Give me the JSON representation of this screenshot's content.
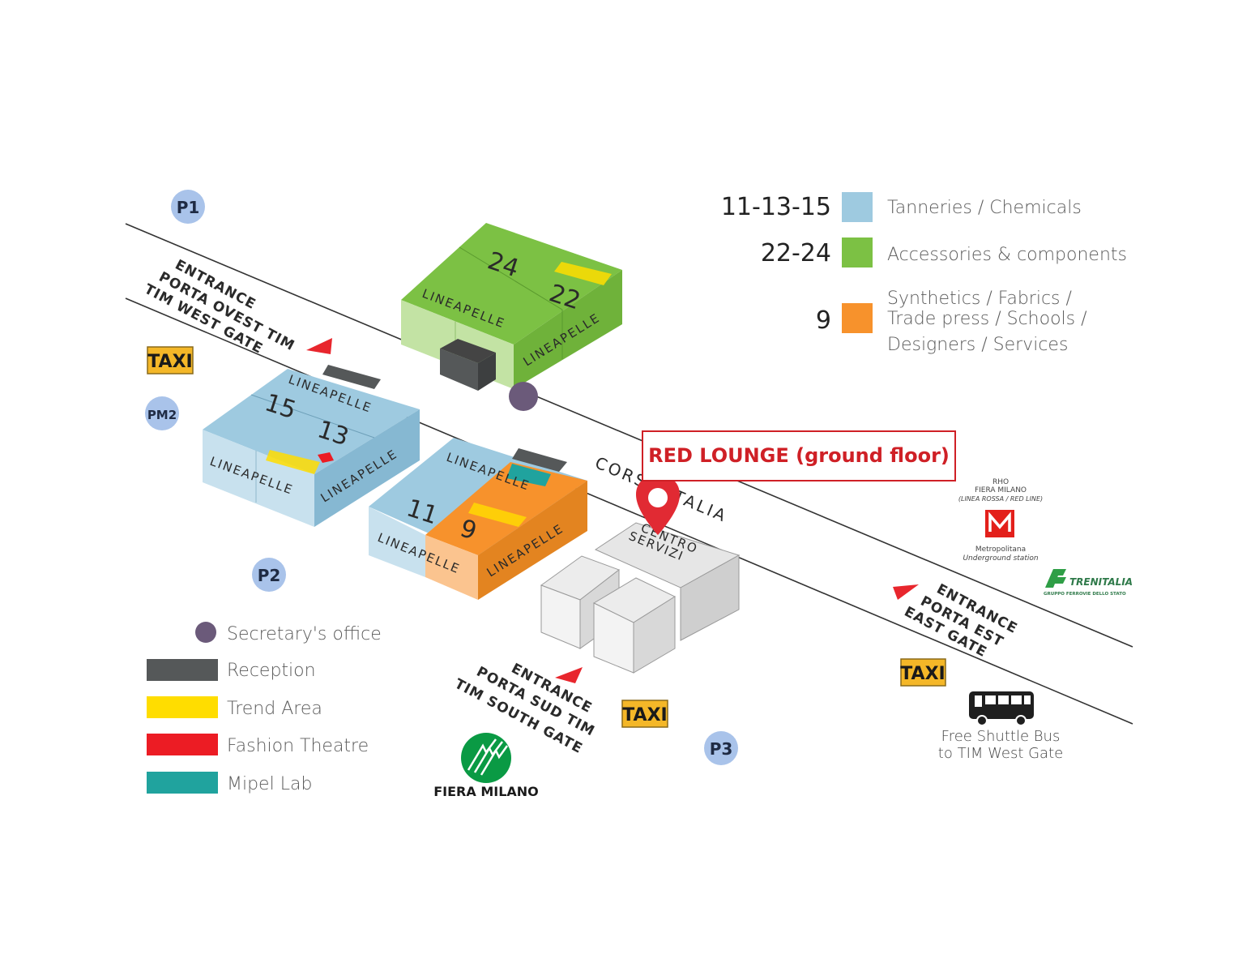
{
  "parking": {
    "p1": "P1",
    "pm2": "PM2",
    "p2": "P2",
    "p3": "P3"
  },
  "taxi": {
    "west": "TAXI",
    "south": "TAXI",
    "east": "TAXI"
  },
  "gates": {
    "west": [
      "ENTRANCE",
      "PORTA OVEST TIM",
      "TIM WEST GATE"
    ],
    "south": [
      "ENTRANCE",
      "PORTA SUD TIM",
      "TIM SOUTH GATE"
    ],
    "east": [
      "ENTRANCE",
      "PORTA EST",
      "EAST GATE"
    ]
  },
  "road": "CORSO ITALIA",
  "halls": {
    "h24": "24",
    "h22": "22",
    "h15": "15",
    "h13": "13",
    "h11": "11",
    "h9": "9",
    "brand": "LINEAPELLE",
    "centro": [
      "CENTRO",
      "SERVIZI"
    ]
  },
  "callout": "RED LOUNGE (ground floor)",
  "hall_legend": [
    {
      "number": "11-13-15",
      "color": "#9ecae0",
      "lines": [
        "Tanneries / Chemicals"
      ]
    },
    {
      "number": "22-24",
      "color": "#7cc144",
      "lines": [
        "Accessories & components"
      ]
    },
    {
      "number": "9",
      "color": "#f7922c",
      "lines": [
        "Synthetics / Fabrics /",
        "Trade press / Schools /",
        "Designers / Services"
      ]
    }
  ],
  "feature_legend": [
    {
      "label": "Secretary's office",
      "color": "#6b5a7a",
      "icon": "secretary-dot-icon"
    },
    {
      "label": "Reception",
      "color": "#555859",
      "icon": "reception-swatch-icon"
    },
    {
      "label": "Trend Area",
      "color": "#ffdd00",
      "icon": "trend-swatch-icon"
    },
    {
      "label": "Fashion Theatre",
      "color": "#ec1c24",
      "icon": "theatre-swatch-icon"
    },
    {
      "label": "Mipel Lab",
      "color": "#20a39e",
      "icon": "mipel-swatch-icon"
    }
  ],
  "metro": {
    "top": [
      "RHO",
      "FIERA MILANO",
      "(LINEA ROSSA / RED LINE)"
    ],
    "bottom": [
      "Metropolitana",
      "Underground station"
    ],
    "color": "#e3201b"
  },
  "trenitalia": {
    "name": "TRENITALIA",
    "sub": "GRUPPO FERROVIE DELLO STATO"
  },
  "fiera": "FIERA MILANO",
  "shuttle": [
    "Free Shuttle Bus",
    "to TIM West Gate"
  ]
}
